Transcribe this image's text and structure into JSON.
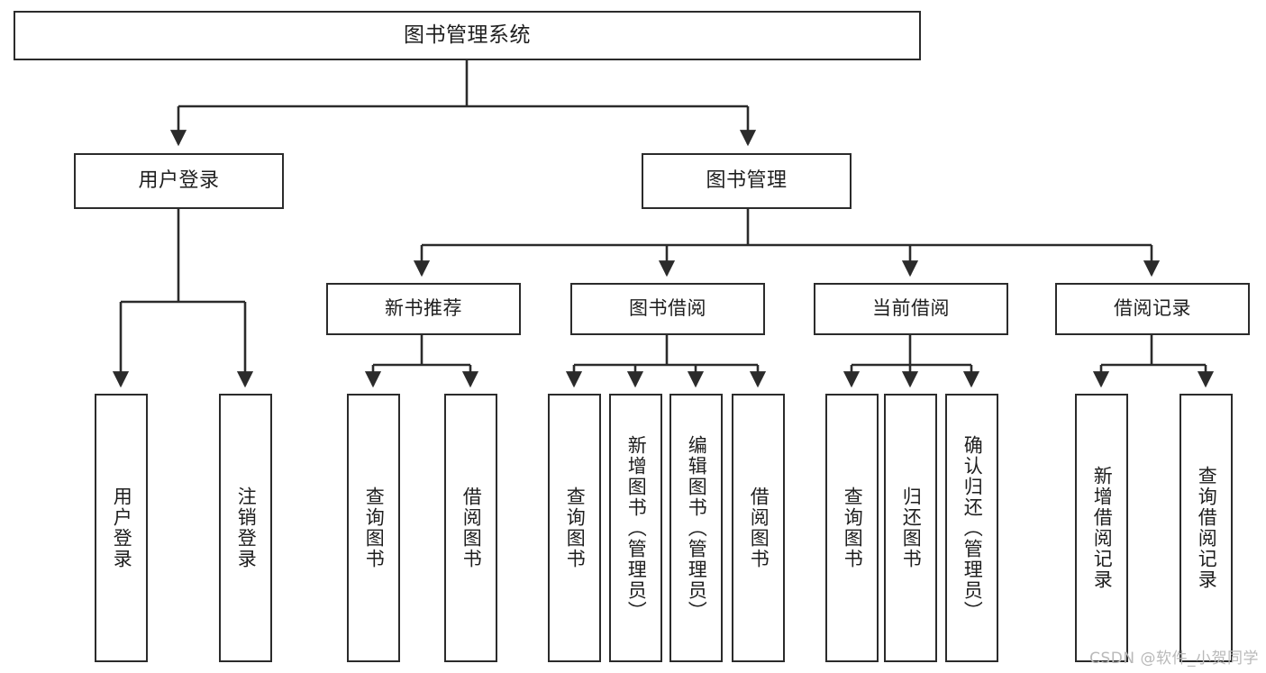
{
  "diagram": {
    "title": "图书管理系统",
    "watermark": "CSDN @软件_小贺同学",
    "edge_color": "#2b2b2b",
    "box_border_color": "#2b2b2b",
    "box_fill_color": "#ffffff",
    "text_color": "#1e1e1e",
    "root": {
      "label": "图书管理系统"
    },
    "level2": [
      {
        "label": "用户登录"
      },
      {
        "label": "图书管理"
      }
    ],
    "level3": [
      {
        "label": "新书推荐"
      },
      {
        "label": "图书借阅"
      },
      {
        "label": "当前借阅"
      },
      {
        "label": "借阅记录"
      }
    ],
    "leaves_user_login": [
      {
        "label": "用户登录"
      },
      {
        "label": "注销登录"
      }
    ],
    "leaves_new_book": [
      {
        "label": "查询图书"
      },
      {
        "label": "借阅图书"
      }
    ],
    "leaves_borrow": [
      {
        "label": "查询图书"
      },
      {
        "label": "新增图书（管理员）"
      },
      {
        "label": "编辑图书（管理员）"
      },
      {
        "label": "借阅图书"
      }
    ],
    "leaves_current": [
      {
        "label": "查询图书"
      },
      {
        "label": "归还图书"
      },
      {
        "label": "确认归还（管理员）"
      }
    ],
    "leaves_records": [
      {
        "label": "新增借阅记录"
      },
      {
        "label": "查询借阅记录"
      }
    ]
  }
}
